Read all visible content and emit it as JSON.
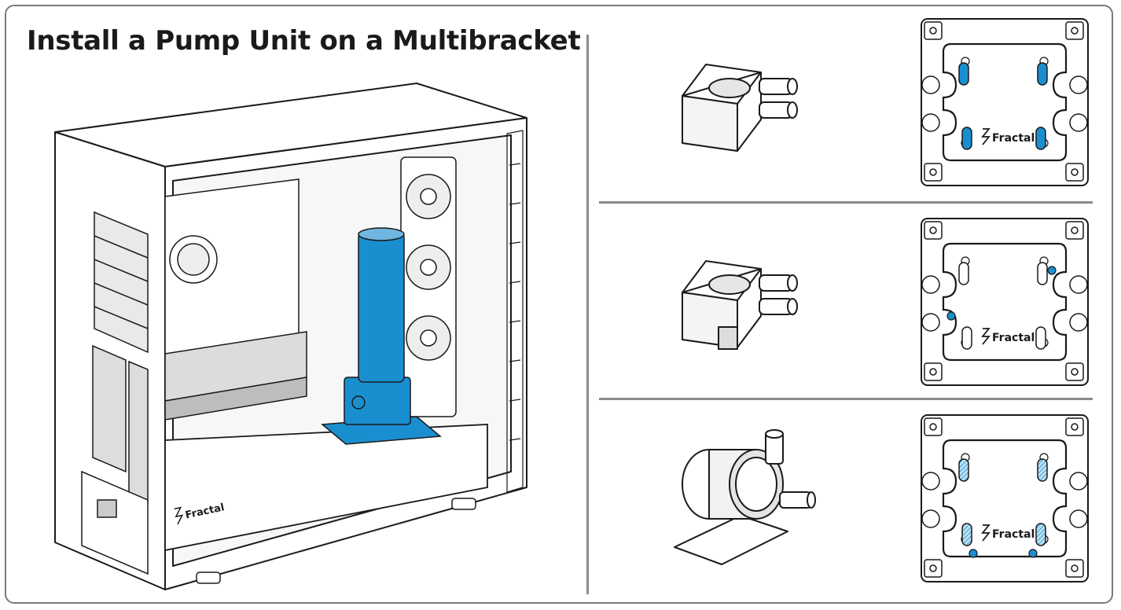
{
  "title": "Install a Pump Unit on a Multibracket",
  "case_logo_text": "Fractal",
  "rows": [
    {
      "pump": "pump-top-block",
      "bracket_logo": "Fractal",
      "mount": "slots-filled"
    },
    {
      "pump": "pump-cut-base",
      "bracket_logo": "Fractal",
      "mount": "holes-filled"
    },
    {
      "pump": "ddc-pump",
      "bracket_logo": "Fractal",
      "mount": "slots-hatched-holes-filled"
    }
  ],
  "colors": {
    "accent": "#1a8fd0",
    "line": "#1a1a1a",
    "frame": "#7a7a7a"
  },
  "icons": [
    "fractal-logo-icon"
  ]
}
